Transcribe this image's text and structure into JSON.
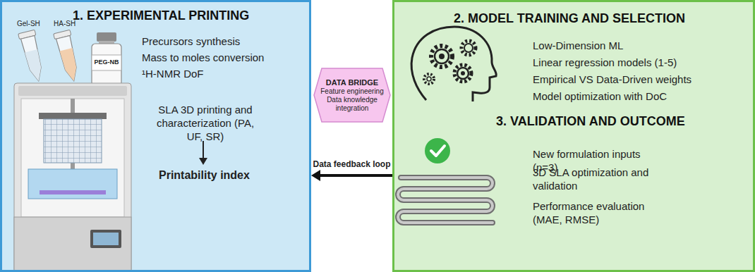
{
  "diagram": {
    "nodes": [
      {
        "text": [
          "1. EXPERIMENTAL PRINTING",
          "Precursors synthesis",
          "Mass to moles conversion",
          "¹H-NMR DoF",
          "SLA 3D printing and characterization (PA, UF, SR)"
        ]
      },
      {
        "text": [
          "DATA BRIDGE",
          "Feature engineering Data knowledge integration"
        ]
      },
      {
        "text": [
          "2. MODEL TRAINING AND SELECTION",
          "Low-Dimension ML",
          "Linear regression models (1-5)",
          "Empirical VS Data-Driven weights",
          "Model optimization with DoC",
          "3. VALIDATION AND OUTCOME",
          "New formulation inputs (n=3)",
          "3D SLA optimization and validation",
          "Performance evaluation (MAE, RMSE)"
        ]
      }
    ],
    "edges": [
      {
        "from": 2,
        "to": 0,
        "arrow": "to",
        "label": "Data feedback loop"
      }
    ],
    "labels": [
      "Gel-SH",
      "HA-SH",
      "PEG-NB",
      "Printability index"
    ]
  }
}
